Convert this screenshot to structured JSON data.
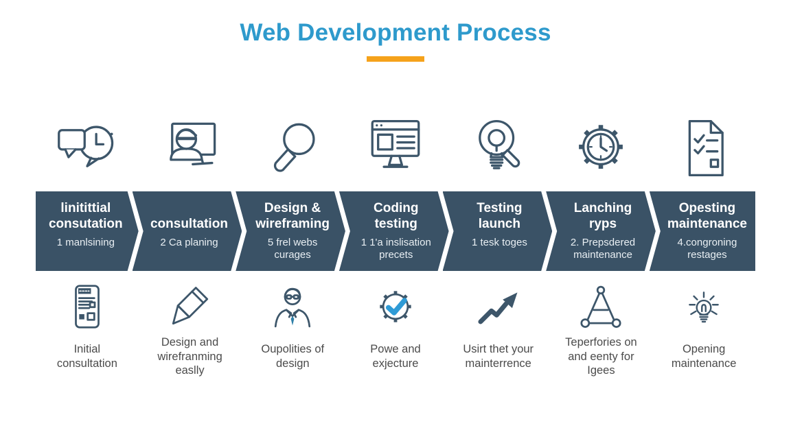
{
  "title": "Web Development Process",
  "colors": {
    "title_blue": "#2E9ACC",
    "underline_orange": "#F5A21B",
    "band_slate": "#3A5266",
    "icon_slate": "#3D566A",
    "label_gray": "#4B4B4B",
    "check_blue": "#2E9BD6",
    "tie_teal": "#2E7FA8"
  },
  "steps": [
    {
      "top_icon": "chat-clock-icon",
      "chevron": {
        "title": "linitittial\nconsutation",
        "subtitle": "1 manlsining"
      },
      "bottom_icon": "form-document-icon",
      "bottom_label": "Initial\nconsultation"
    },
    {
      "top_icon": "developer-monitor-icon",
      "chevron": {
        "title": "consultation",
        "subtitle": "2 Ca planing"
      },
      "bottom_icon": "pencil-icon",
      "bottom_label": "Design and\nwirefranming\neaslly"
    },
    {
      "top_icon": "magnifier-icon",
      "chevron": {
        "title": "Design &\nwireframing",
        "subtitle": "5 frel webs\ncurages"
      },
      "bottom_icon": "businessman-icon",
      "bottom_label": "Oupolities of\ndesign"
    },
    {
      "top_icon": "wireframe-browser-icon",
      "chevron": {
        "title": "Coding\ntesting",
        "subtitle": "1 1'a inslisation\nprecets"
      },
      "bottom_icon": "gear-check-icon",
      "bottom_label": "Powe and\nexjecture"
    },
    {
      "top_icon": "bulb-magnifier-icon",
      "chevron": {
        "title": "Testing\nlaunch",
        "subtitle": "1 tesk toges"
      },
      "bottom_icon": "growth-arrow-icon",
      "bottom_label": "Usirt thet your\nmainterrence"
    },
    {
      "top_icon": "gear-clock-icon",
      "chevron": {
        "title": "Lanching\nryps",
        "subtitle": "2. Prepsdered\nmaintenance"
      },
      "bottom_icon": "triangle-network-icon",
      "bottom_label": "Teperfories on\nand eenty for\nIgees"
    },
    {
      "top_icon": "checklist-document-icon",
      "chevron": {
        "title": "Opesting\nmaintenance",
        "subtitle": "4.congroning\nrestages"
      },
      "bottom_icon": "bulb-rays-icon",
      "bottom_label": "Opening\nmaintenance"
    }
  ]
}
